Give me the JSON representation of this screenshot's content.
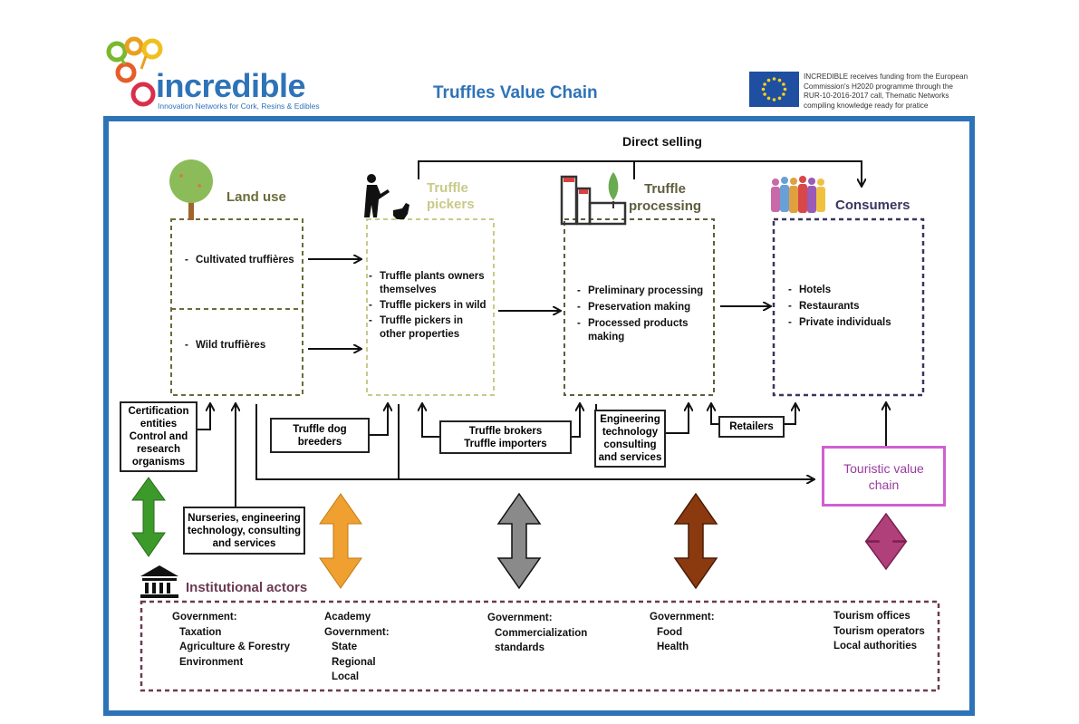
{
  "header": {
    "logo_text": "incredible",
    "logo_tagline": "Innovation Networks for Cork, Resins & Edibles",
    "title": "Truffles Value Chain",
    "eu_notice": [
      "INCREDIBLE receives funding from the European",
      "Commission's H2020 programme through the",
      "RUR-10-2016-2017 call, Thematic Networks",
      "compiling knowledge ready for pratice"
    ]
  },
  "colors": {
    "frame": "#2e73b8",
    "title": "#2e73b8",
    "land_use": "#6b6b3a",
    "pickers": "#c9c98a",
    "processing": "#5e5e3e",
    "consumers": "#3a3560",
    "touristic": "#d060d0",
    "institutional": "#6b3a52",
    "arrow_green": "#3c9a2a",
    "arrow_orange": "#f0a030",
    "arrow_gray": "#8a8a8a",
    "arrow_brown": "#8b3a10",
    "arrow_pink": "#b0407a"
  },
  "diagram": {
    "direct_selling": "Direct selling",
    "land_use": {
      "title": "Land use",
      "items": [
        "Cultivated truffières",
        "Wild truffières"
      ]
    },
    "pickers": {
      "title_lines": [
        "Truffle",
        "pickers"
      ],
      "items": [
        "Truffle plants owners themselves",
        "Truffle pickers in wild",
        "Truffle pickers in other properties"
      ]
    },
    "processing": {
      "title_lines": [
        "Truffle",
        "processing"
      ],
      "items": [
        "Preliminary processing",
        "Preservation making",
        "Processed products making"
      ]
    },
    "consumers": {
      "title": "Consumers",
      "items": [
        "Hotels",
        "Restaurants",
        "Private individuals"
      ]
    },
    "support_boxes": {
      "certification": [
        "Certification",
        "entities",
        "Control and",
        "research",
        "organisms"
      ],
      "dog_breeders": [
        "Truffle dog",
        "breeders"
      ],
      "brokers": [
        "Truffle brokers",
        "Truffle importers"
      ],
      "engineering": [
        "Engineering",
        "technology",
        "consulting",
        "and services"
      ],
      "retailers": "Retailers",
      "nurseries": [
        "Nurseries, engineering",
        "technology, consulting",
        "and services"
      ],
      "touristic": [
        "Touristic value",
        "chain"
      ]
    },
    "institutional": {
      "title": "Institutional actors",
      "col1": {
        "head": "Government:",
        "items": [
          "Taxation",
          "Agriculture & Forestry",
          "Environment"
        ]
      },
      "col2": {
        "head1": "Academy",
        "head2": "Government:",
        "items": [
          "State",
          "Regional",
          "Local"
        ]
      },
      "col3": {
        "head": "Government:",
        "items": [
          "Commercialization",
          "standards"
        ]
      },
      "col4": {
        "head": "Government:",
        "items": [
          "Food",
          "Health"
        ]
      },
      "col5": {
        "items": [
          "Tourism offices",
          "Tourism operators",
          "Local authorities"
        ]
      }
    }
  }
}
